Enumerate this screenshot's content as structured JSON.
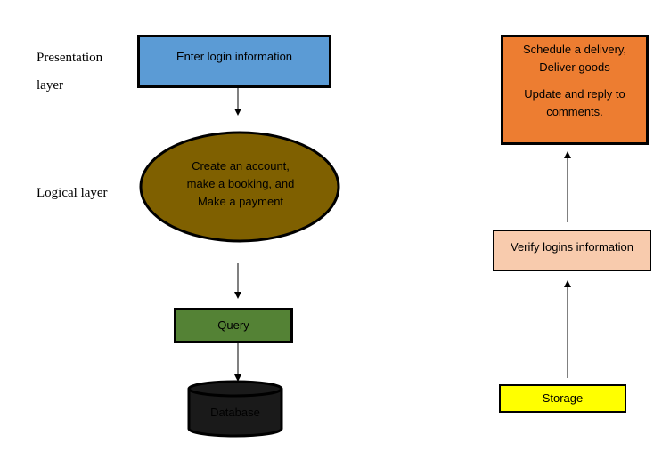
{
  "layers": {
    "presentation_1": "Presentation",
    "presentation_2": "layer",
    "logical": "Logical layer"
  },
  "nodes": {
    "login": "Enter login information",
    "logic": [
      "Create an account,",
      "make a booking, and",
      "Make a payment"
    ],
    "query": "Query",
    "database": "Database",
    "deliver": [
      "Schedule a delivery,",
      "Deliver goods"
    ],
    "update": [
      "Update and reply to",
      "comments."
    ],
    "verify": "Verify logins information",
    "storage": "Storage"
  },
  "colors": {
    "login": "#5b9bd5",
    "logic": "#7f6000",
    "query": "#548235",
    "database": "#1a1a1a",
    "deliver": "#ed7d31",
    "verify": "#f8cbad",
    "storage": "#ffff00"
  }
}
